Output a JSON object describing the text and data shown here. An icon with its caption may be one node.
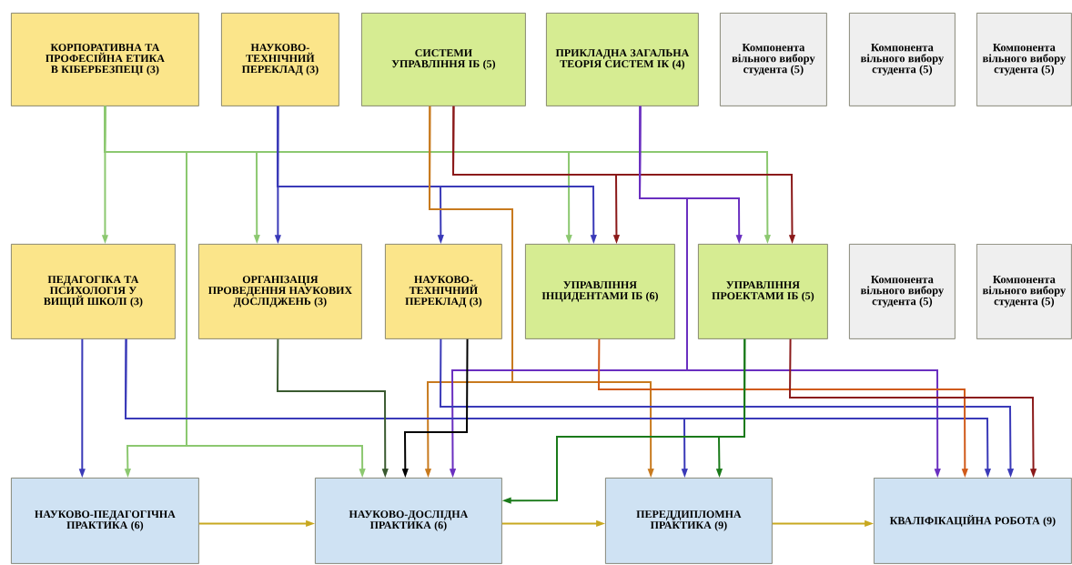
{
  "diagram": {
    "nodes": [
      {
        "text": [
          "КОРПОРАТИВНА ТА ПРОФЕСІЙНА ЕТИКА В КІБЕРБЕЗПЕЦІ (3)"
        ]
      },
      {
        "text": [
          "НАУКОВО-ТЕХНІЧНИЙ ПЕРЕКЛАД (3)"
        ]
      },
      {
        "text": [
          "СИСТЕМИ УПРАВЛІННЯ ІБ (5)"
        ]
      },
      {
        "text": [
          "ПРИКЛАДНА ЗАГАЛЬНА ТЕОРІЯ СИСТЕМ ІК (4)"
        ]
      },
      {
        "text": [
          "Компонента вільного вибору студента (5)"
        ]
      },
      {
        "text": [
          "Компонента вільного вибору студента (5)"
        ]
      },
      {
        "text": [
          "Компонента вільного вибору студента (5)"
        ]
      },
      {
        "text": [
          "ПЕДАГОГІКА ТА ПСИХОЛОГІЯ У ВИЩІЙ ШКОЛІ (3)"
        ]
      },
      {
        "text": [
          "ОРГАНІЗАЦІЯ ПРОВЕДЕННЯ НАУКОВИХ ДОСЛІДЖЕНЬ (3)"
        ]
      },
      {
        "text": [
          "НАУКОВО-ТЕХНІЧНИЙ ПЕРЕКЛАД (3)"
        ]
      },
      {
        "text": [
          "УПРАВЛІННЯ ІНЦИДЕНТАМИ ІБ (6)"
        ]
      },
      {
        "text": [
          "УПРАВЛІННЯ ПРОЕКТАМИ ІБ (5)"
        ]
      },
      {
        "text": [
          "Компонента вільного вибору студента (5)"
        ]
      },
      {
        "text": [
          "Компонента вільного вибору студента (5)"
        ]
      },
      {
        "text": [
          "НАУКОВО-ПЕДАГОГІЧНА ПРАКТИКА (6)"
        ]
      },
      {
        "text": [
          "НАУКОВО-ДОСЛІДНА ПРАКТИКА (6)"
        ]
      },
      {
        "text": [
          "ПЕРЕДДИПЛОМНА ПРАКТИКА (9)"
        ]
      },
      {
        "text": [
          "КВАЛІФІКАЦІЙНА РОБОТА (9)"
        ]
      }
    ],
    "edges": [
      {
        "from": 0,
        "to": 7,
        "arrow": "to",
        "color": "#8cc870"
      },
      {
        "from": 0,
        "to": 8,
        "arrow": "to",
        "color": "#8cc870"
      },
      {
        "from": 0,
        "to": 14,
        "arrow": "to",
        "color": "#8cc870"
      },
      {
        "from": 0,
        "to": 15,
        "arrow": "to",
        "color": "#8cc870"
      },
      {
        "from": 0,
        "to": 10,
        "arrow": "to",
        "color": "#8cc870"
      },
      {
        "from": 0,
        "to": 11,
        "arrow": "to",
        "color": "#8cc870"
      },
      {
        "from": 1,
        "to": 8,
        "arrow": "to",
        "color": "#3a3ab8"
      },
      {
        "from": 1,
        "to": 9,
        "arrow": "to",
        "color": "#3a3ab8"
      },
      {
        "from": 1,
        "to": 10,
        "arrow": "to",
        "color": "#3a3ab8"
      },
      {
        "from": 2,
        "to": 10,
        "arrow": "to",
        "color": "#8b1a1a"
      },
      {
        "from": 2,
        "to": 11,
        "arrow": "to",
        "color": "#8b1a1a"
      },
      {
        "from": 2,
        "to": 15,
        "arrow": "to",
        "color": "#c87a1e"
      },
      {
        "from": 2,
        "to": 16,
        "arrow": "to",
        "color": "#c87a1e"
      },
      {
        "from": 3,
        "to": 11,
        "arrow": "to",
        "color": "#6a2fc0"
      },
      {
        "from": 3,
        "to": 15,
        "arrow": "to",
        "color": "#6a2fc0"
      },
      {
        "from": 3,
        "to": 17,
        "arrow": "to",
        "color": "#6a2fc0"
      },
      {
        "from": 7,
        "to": 14,
        "arrow": "to",
        "color": "#3a3ab8"
      },
      {
        "from": 7,
        "to": 16,
        "arrow": "to",
        "color": "#3a3ab8"
      },
      {
        "from": 7,
        "to": 17,
        "arrow": "to",
        "color": "#3a3ab8"
      },
      {
        "from": 9,
        "to": 17,
        "arrow": "to",
        "color": "#3a3ab8"
      },
      {
        "from": 8,
        "to": 15,
        "arrow": "to",
        "color": "#3a5a30"
      },
      {
        "from": 9,
        "to": 15,
        "arrow": "to",
        "color": "#000000"
      },
      {
        "from": 10,
        "to": 17,
        "arrow": "to",
        "color": "#d05a1a"
      },
      {
        "from": 11,
        "to": 16,
        "arrow": "to",
        "color": "#1a7a1a"
      },
      {
        "from": 11,
        "to": 15,
        "arrow": "to",
        "color": "#1a7a1a"
      },
      {
        "from": 11,
        "to": 17,
        "arrow": "to",
        "color": "#8b1a1a"
      },
      {
        "from": 14,
        "to": 15,
        "arrow": "to",
        "color": "#c8a820"
      },
      {
        "from": 15,
        "to": 16,
        "arrow": "to",
        "color": "#c8a820"
      },
      {
        "from": 16,
        "to": 17,
        "arrow": "to",
        "color": "#c8a820"
      }
    ]
  }
}
